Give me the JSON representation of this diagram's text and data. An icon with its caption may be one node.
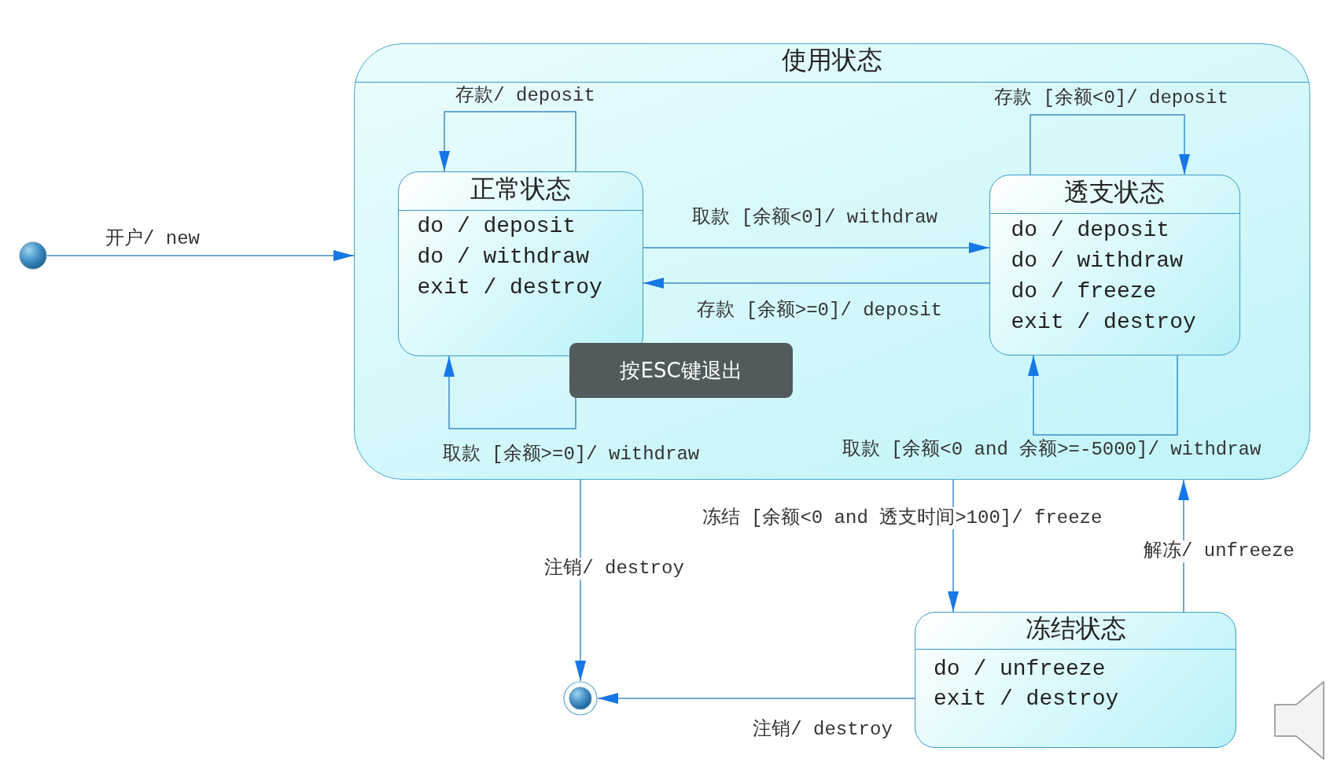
{
  "diagram": {
    "nodes": [
      {
        "text": [],
        "shape": "circle"
      },
      {
        "text": [
          "使用状态"
        ]
      },
      {
        "text": [
          "正常状态",
          "do / deposit",
          "do / withdraw",
          "exit / destroy"
        ],
        "in": 1
      },
      {
        "text": [
          "透支状态",
          "do / deposit",
          "do / withdraw",
          "do / freeze",
          "exit / destroy"
        ],
        "in": 1
      },
      {
        "text": [
          "冻结状态",
          "do / unfreeze",
          "exit / destroy"
        ]
      },
      {
        "text": [],
        "shape": "bullseye"
      }
    ],
    "edges": [
      {
        "from": 0,
        "to": 1,
        "arrow": "to",
        "label": "开户/ new"
      },
      {
        "from": 2,
        "to": 2,
        "arrow": "to",
        "label": "存款/ deposit"
      },
      {
        "from": 2,
        "to": 3,
        "arrow": "to",
        "label": "取款 [余额<0]/ withdraw"
      },
      {
        "from": 3,
        "to": 2,
        "arrow": "to",
        "label": "存款 [余额>=0]/ deposit"
      },
      {
        "from": 2,
        "to": 2,
        "arrow": "to",
        "label": "取款 [余额>=0]/ withdraw"
      },
      {
        "from": 3,
        "to": 3,
        "arrow": "to",
        "label": "存款 [余额<0]/ deposit"
      },
      {
        "from": 3,
        "to": 3,
        "arrow": "to",
        "label": "取款 [余额<0 and 余额>=-5000]/ withdraw"
      },
      {
        "from": 1,
        "to": 5,
        "arrow": "to",
        "label": "注销/ destroy"
      },
      {
        "from": 1,
        "to": 4,
        "arrow": "to",
        "label": "冻结 [余额<0 and 透支时间>100]/ freeze"
      },
      {
        "from": 4,
        "to": 1,
        "arrow": "to",
        "label": "解冻/ unfreeze"
      },
      {
        "from": 4,
        "to": 5,
        "arrow": "to",
        "label": "注销/ destroy"
      }
    ],
    "labels": [
      "按ESC键退出"
    ]
  }
}
